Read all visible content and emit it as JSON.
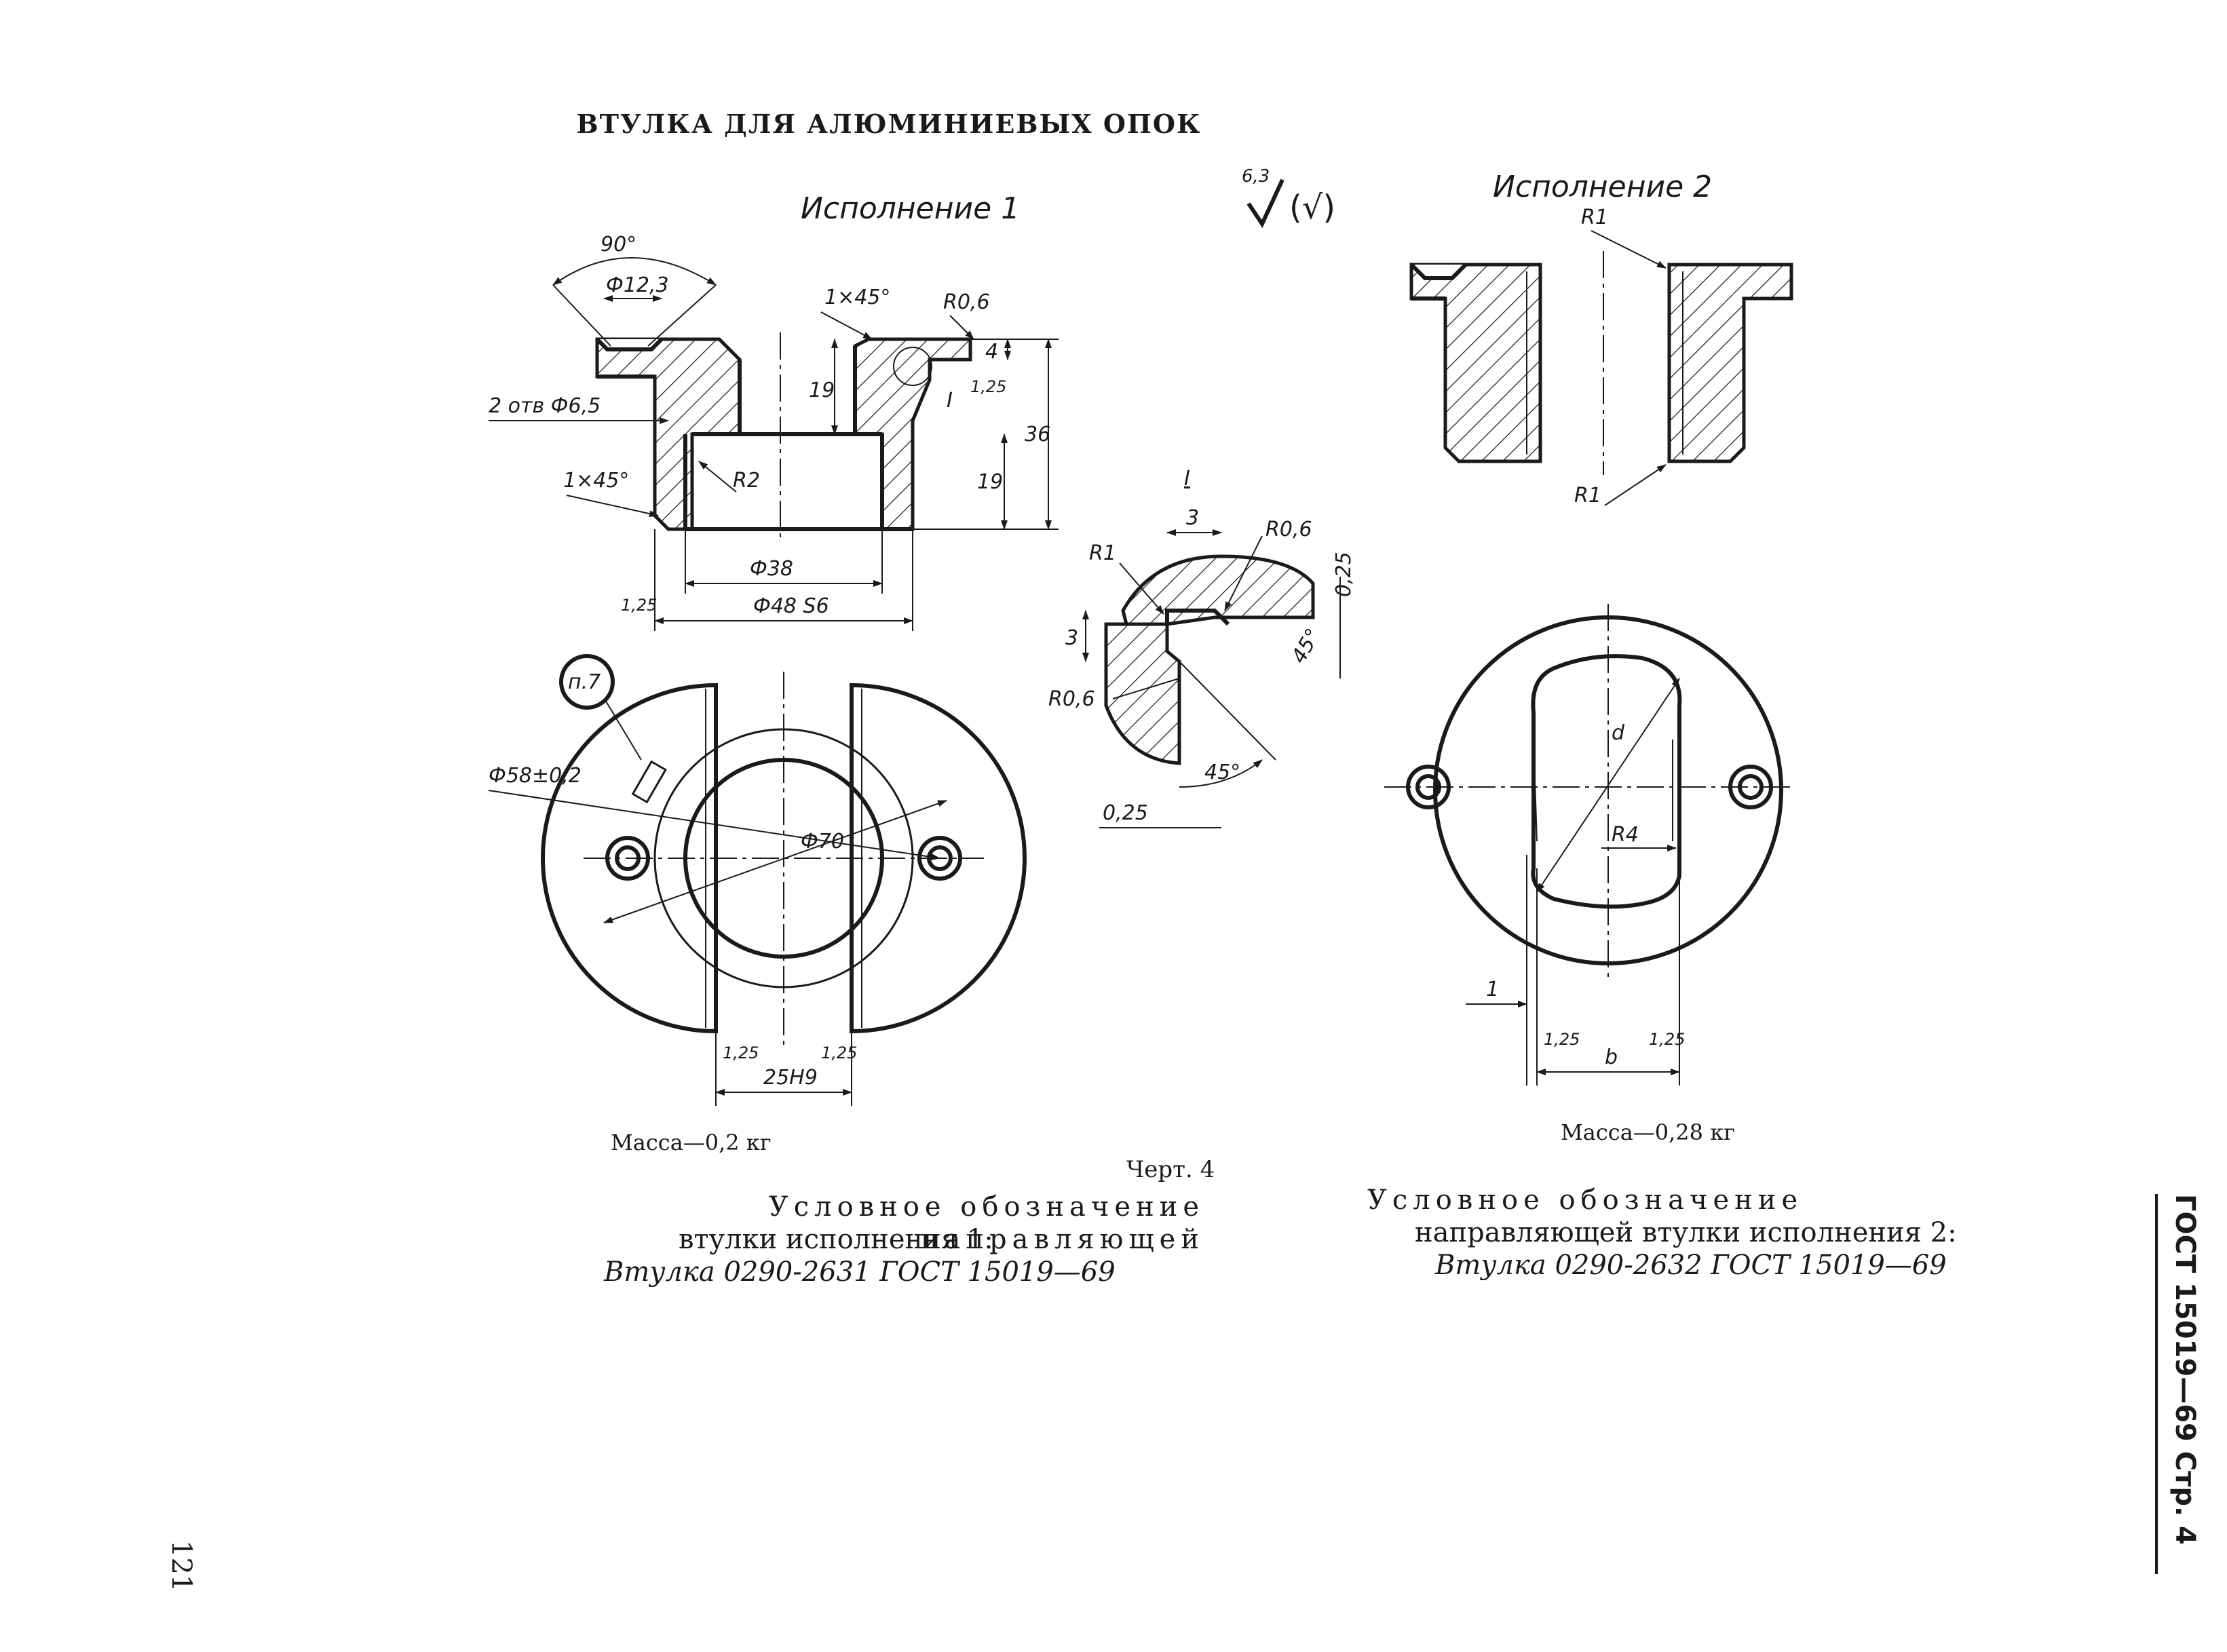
{
  "title": "ВТУЛКА ДЛЯ АЛЮМИНИЕВЫХ ОПОК",
  "variant1": {
    "caption": "Исполнение 1",
    "mass": "Масса—0,2 кг",
    "designation_line1": "Условное обозначение направляющей",
    "designation_line2": "втулки исполнения 1:",
    "designation_code": "Втулка 0290-2631 ГОСТ 15019—69",
    "dims": {
      "angle": "90°",
      "bore": "Ф12,3",
      "holes": "2 отв Ф6,5",
      "chamfer_top": "1×45°",
      "chamfer_bottom": "1×45°",
      "r_top": "R0,6",
      "h4": "4",
      "h19_top": "19",
      "h19_bottom": "19",
      "h36": "36",
      "r2": "R2",
      "d38": "Ф38",
      "d48": "Ф48 S6",
      "rough_side": "1,25",
      "detail_ref": "I",
      "rough_detail": "1,25",
      "d58": "Ф58±0,2",
      "d70": "Ф70",
      "note": "п.7",
      "slot": "25H9",
      "rough_slot_l": "1,25",
      "rough_slot_r": "1,25"
    }
  },
  "surface_finish": {
    "value": "6,3",
    "note": "(√)"
  },
  "detail": {
    "label": "I",
    "d3_top": "3",
    "r06_top": "R0,6",
    "r1": "R1",
    "d025_right": "0,25",
    "d3_left": "3",
    "a45_right": "45°",
    "r06_left": "R0,6",
    "a45_bottom": "45°",
    "d025_bottom": "0,25"
  },
  "variant2": {
    "caption": "Исполнение 2",
    "mass": "Масса—0,28 кг",
    "designation_line1": "Условное обозначение",
    "designation_line2": "направляющей втулки исполнения 2:",
    "designation_code": "Втулка 0290-2632 ГОСТ 15019—69",
    "dims": {
      "r1_top": "R1",
      "r1_bottom": "R1",
      "d": "d",
      "r4": "R4",
      "one": "1",
      "b": "b",
      "rough_l": "1,25",
      "rough_r": "1,25"
    }
  },
  "figure": "Черт. 4",
  "side_header": "ГОСТ 15019—69 Стр. 4",
  "page_number": "121"
}
